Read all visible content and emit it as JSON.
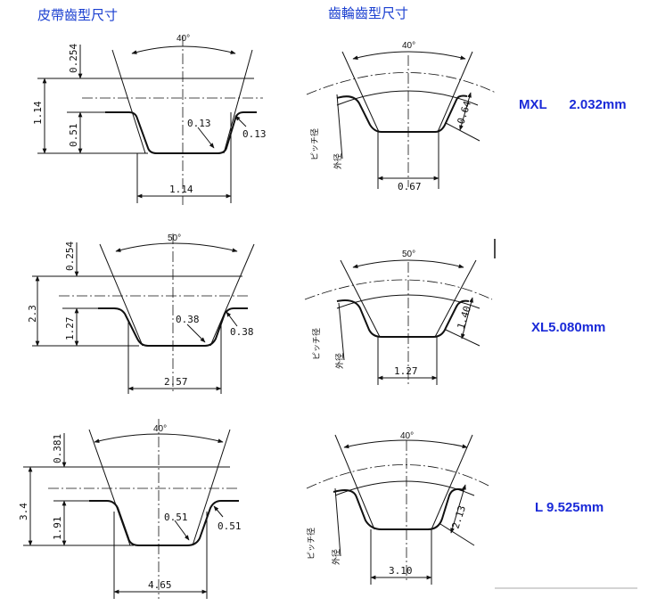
{
  "headers": {
    "belt": "皮帶齒型尺寸",
    "pulley": "齒輪齒型尺寸"
  },
  "labels": {
    "pitch_diameter": "ピッチ径",
    "outer_diameter": "外径"
  },
  "rows": [
    {
      "spec": "MXL      2.032mm",
      "belt": {
        "angle": "40°",
        "total": "1.14",
        "top": "0.254",
        "depth": "0.51",
        "r1": "0.13",
        "r2": "0.13",
        "width": "1.14"
      },
      "pulley": {
        "angle": "40°",
        "depth": "0.64",
        "width": "0.67"
      }
    },
    {
      "spec": "XL5.080mm",
      "belt": {
        "angle": "50°",
        "total": "2.3",
        "top": "0.254",
        "depth": "1.27",
        "r1": "0.38",
        "r2": "0.38",
        "width": "2.57"
      },
      "pulley": {
        "angle": "50°",
        "depth": "1.40",
        "width": "1.27"
      }
    },
    {
      "spec": "L 9.525mm",
      "belt": {
        "angle": "40°",
        "total": "3.4",
        "top": "0.381",
        "depth": "1.91",
        "r1": "0.51",
        "r2": "0.51",
        "width": "4.65"
      },
      "pulley": {
        "angle": "40°",
        "depth": "2.13",
        "width": "3.10"
      }
    }
  ]
}
